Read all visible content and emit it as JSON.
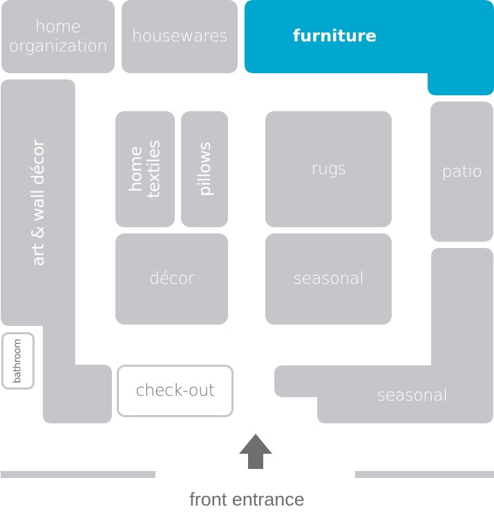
{
  "map": {
    "title": "store floor plan",
    "colors": {
      "zone": "#c5c6c9",
      "highlight": "#00a8d0",
      "label_light": "#ffffff",
      "label_dark": "#6d6e70",
      "arrow": "#6d6e70"
    },
    "highlighted_section": "furniture",
    "sections": {
      "home_organization": [
        "home",
        "organization"
      ],
      "housewares": "housewares",
      "furniture": "furniture",
      "art_wall_decor": "art & wall décor",
      "home_textiles": [
        "home",
        "textiles"
      ],
      "pillows": "pillows",
      "rugs": "rugs",
      "patio": "patio",
      "decor": "décor",
      "seasonal_center": "seasonal",
      "seasonal_corner": "seasonal",
      "bathroom": "bathroom",
      "checkout": "check-out"
    },
    "entrance": {
      "label": "front entrance",
      "arrow_icon": "arrow-up-icon"
    }
  }
}
